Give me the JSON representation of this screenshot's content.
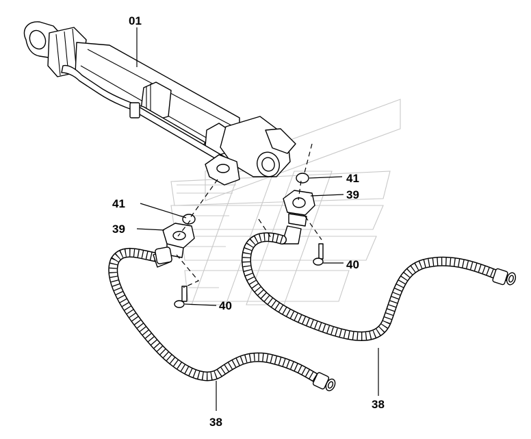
{
  "callouts": {
    "part_01": "01",
    "part_41_a": "41",
    "part_39_a": "39",
    "part_40_a": "40",
    "part_38_a": "38",
    "part_41_b": "41",
    "part_39_b": "39",
    "part_40_b": "40",
    "part_38_b": "38"
  }
}
